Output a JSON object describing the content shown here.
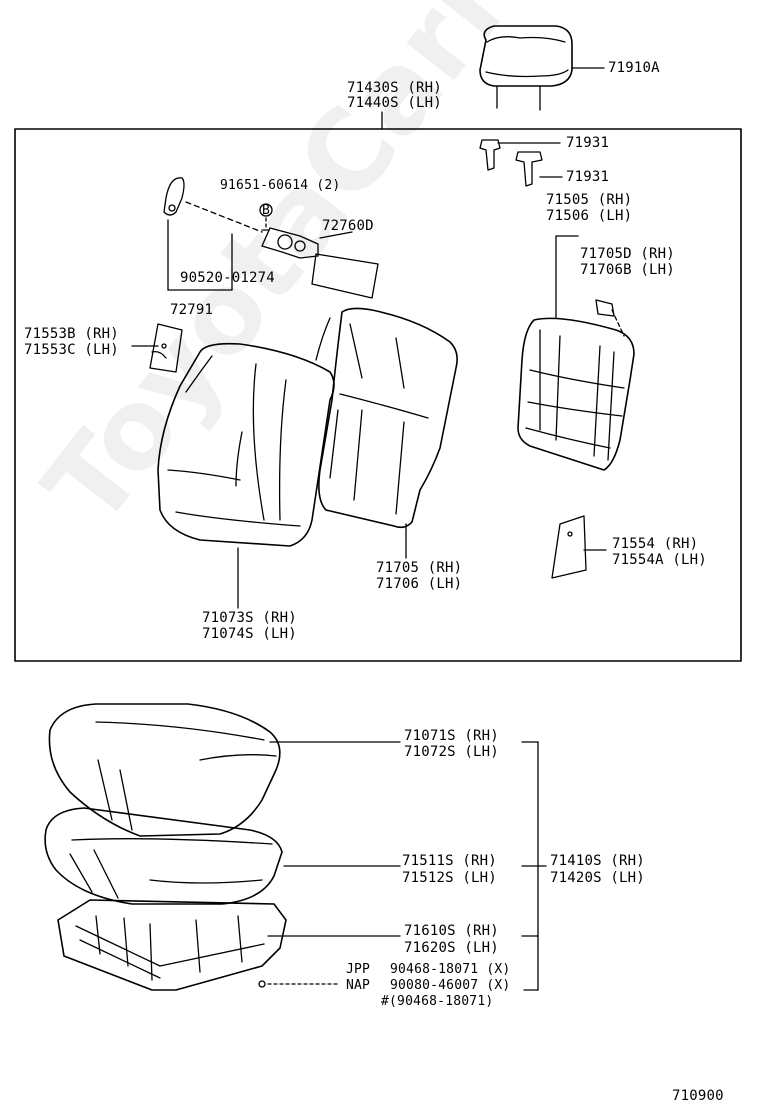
{
  "watermark": "ToyotaCarMine.ru",
  "footer_code": "710900",
  "labels": {
    "headrest": "71910A",
    "back_assy_rh": "71430S (RH)",
    "back_assy_lh": "71440S (LH)",
    "guide_1": "71931",
    "guide_2": "71931",
    "screw": "91651-60614 (2)",
    "marker_b": "B",
    "cover_72760": "72760D",
    "pin": "90520-01274",
    "lever": "72791",
    "cover_71553_rh": "71553B (RH)",
    "cover_71553_lh": "71553C (LH)",
    "frame_71505_rh": "71505 (RH)",
    "frame_71506_lh": "71506 (LH)",
    "pad_71705d_rh": "71705D (RH)",
    "pad_71706b_lh": "71706B (LH)",
    "cover_71554_rh": "71554  (RH)",
    "cover_71554a_lh": "71554A (LH)",
    "pad_71705_rh": "71705 (RH)",
    "pad_71706_lh": "71706 (LH)",
    "cover_71073_rh": "71073S (RH)",
    "cover_71074_lh": "71074S (LH)",
    "cushion_cover_rh": "71071S (RH)",
    "cushion_cover_lh": "71072S (LH)",
    "cushion_pad_rh": "71511S (RH)",
    "cushion_pad_lh": "71512S (LH)",
    "cushion_assy_rh": "71410S (RH)",
    "cushion_assy_lh": "71420S (LH)",
    "cushion_frame_rh": "71610S (RH)",
    "cushion_frame_lh": "71620S (LH)",
    "jpp": "JPP",
    "nap": "NAP",
    "clip_jpp": "90468-18071 (X)",
    "clip_nap": "90080-46007 (X)",
    "clip_alt": "#(90468-18071)"
  }
}
